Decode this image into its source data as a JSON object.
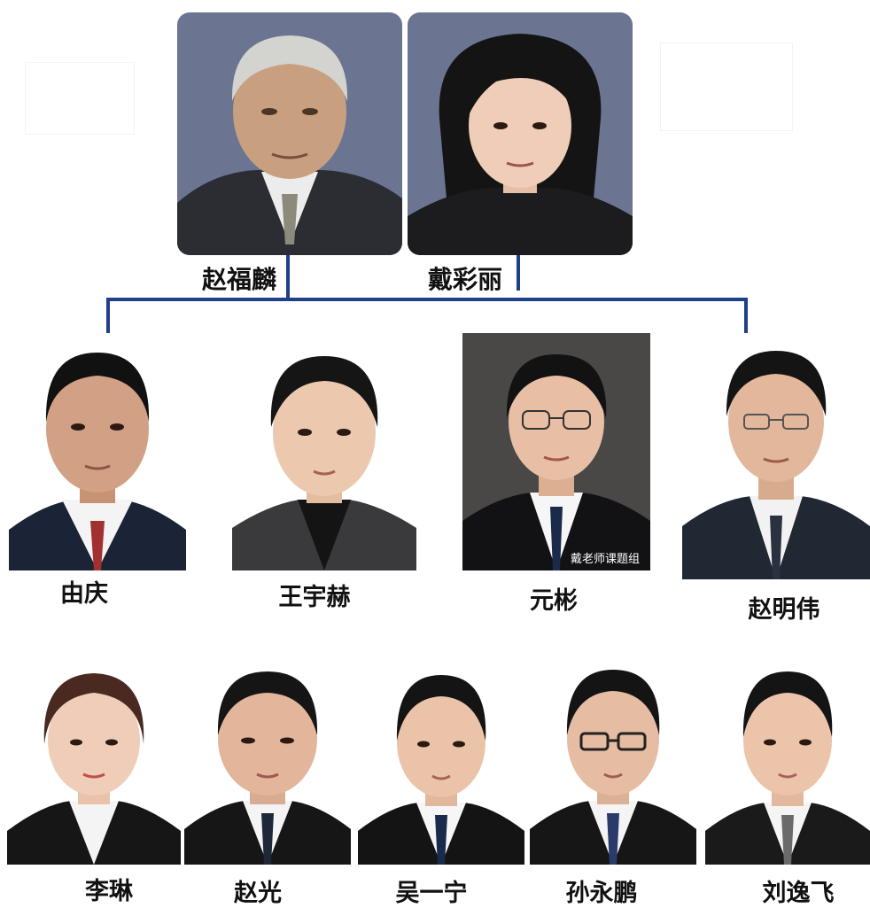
{
  "mentors": [
    {
      "name": "赵福麟"
    },
    {
      "name": "戴彩丽"
    }
  ],
  "row1": [
    {
      "name": "由庆"
    },
    {
      "name": "王宇赫"
    },
    {
      "name": "元彬"
    },
    {
      "name": "赵明伟"
    }
  ],
  "row2": [
    {
      "name": "李琳"
    },
    {
      "name": "赵光"
    },
    {
      "name": "吴一宁"
    },
    {
      "name": "孙永鹏"
    },
    {
      "name": "刘逸飞"
    }
  ],
  "watermark": "戴老师课题组",
  "colors": {
    "connector": "#1f3f8a",
    "mentor_bg": "#6b7592",
    "dark_bg": "#4a4747"
  }
}
